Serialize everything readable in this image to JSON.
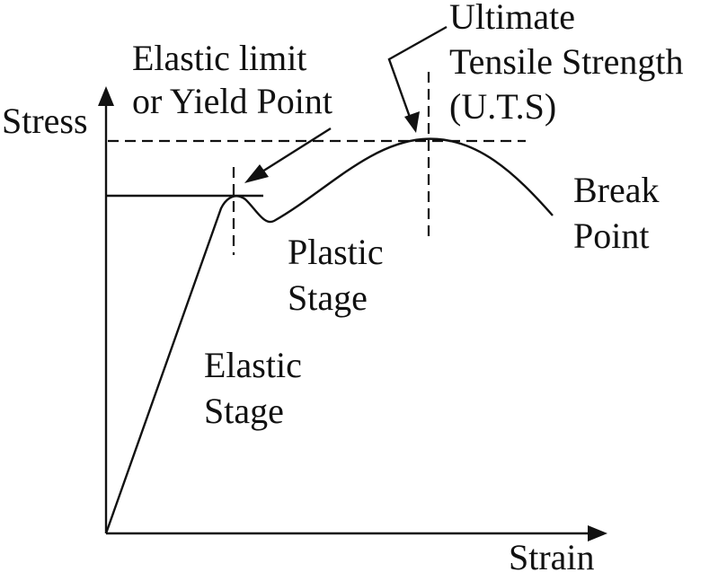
{
  "axes": {
    "y_label": "Stress",
    "x_label": "Strain"
  },
  "labels": {
    "elastic_limit_line1": "Elastic limit",
    "elastic_limit_line2": "or Yield Point",
    "uts_line1": "Ultimate",
    "uts_line2": "Tensile Strength",
    "uts_line3": "(U.T.S)",
    "break_line1": "Break",
    "break_line2": "Point",
    "plastic_line1": "Plastic",
    "plastic_line2": "Stage",
    "elastic_line1": "Elastic",
    "elastic_line2": "Stage"
  },
  "colors": {
    "ink": "#111111",
    "background": "#ffffff"
  }
}
